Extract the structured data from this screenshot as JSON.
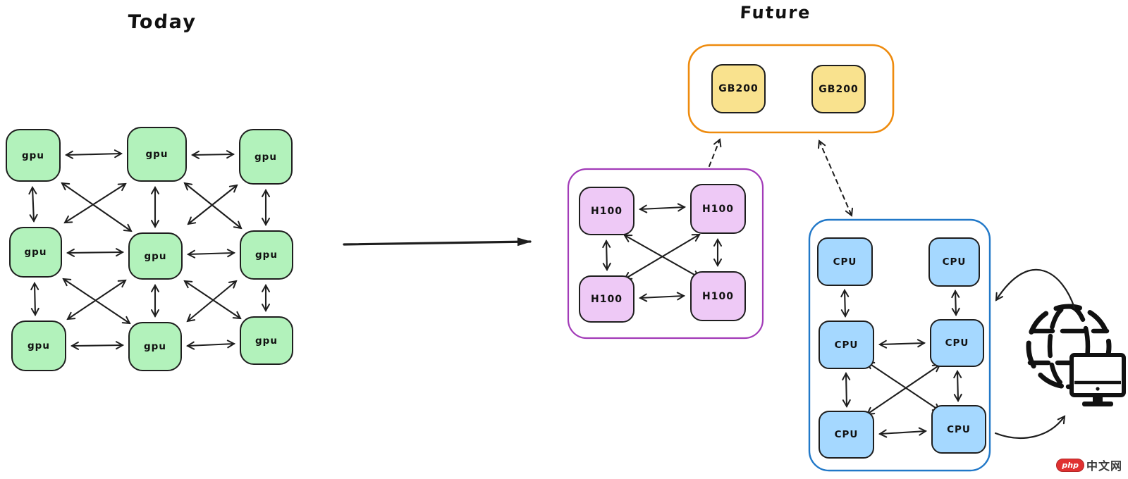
{
  "titles": {
    "today": "Today",
    "future": "Future"
  },
  "today_cluster": {
    "node_labels": [
      "gpu",
      "gpu",
      "gpu",
      "gpu",
      "gpu",
      "gpu",
      "gpu",
      "gpu",
      "gpu"
    ]
  },
  "future": {
    "gb200_cluster": {
      "labels": [
        "GB200",
        "GB200"
      ]
    },
    "h100_cluster": {
      "labels": [
        "H100",
        "H100",
        "H100",
        "H100"
      ]
    },
    "cpu_cluster": {
      "labels": [
        "CPU",
        "CPU",
        "CPU",
        "CPU",
        "CPU",
        "CPU"
      ]
    }
  },
  "icons": {
    "globe": "globe-icon",
    "monitor": "computer-monitor-icon"
  },
  "watermark": {
    "badge": "php",
    "text": "中文网"
  },
  "colors": {
    "node_green": "#b2f2bb",
    "node_yellow": "#f9e28e",
    "node_purple": "#eec9f6",
    "node_blue": "#a5d8ff",
    "border_dark": "#1e1e1e",
    "container_orange": "#ee8b0e",
    "container_purple": "#a23bb8",
    "container_blue": "#2178c8",
    "arrow": "#1e1e1e",
    "watermark_red": "#e03131",
    "watermark_text": "#3a3a3a"
  }
}
